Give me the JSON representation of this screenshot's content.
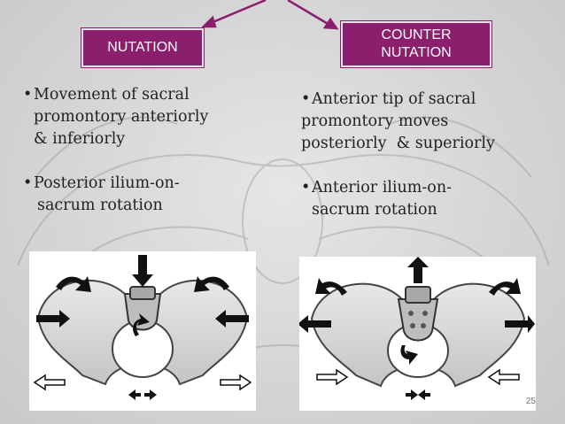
{
  "labels": {
    "nutation": "NUTATION",
    "counter_line1": "COUNTER",
    "counter_line2": "NUTATION"
  },
  "left_bullets": [
    [
      "Movement of sacral",
      "promontory anteriorly",
      "& inferiorly"
    ],
    [
      "Posterior ilium-on-",
      "sacrum rotation"
    ]
  ],
  "right_bullets": [
    [
      "Anterior tip of sacral",
      "promontory moves",
      "posteriorly  & superiorly"
    ],
    [
      "Anterior ilium-on-",
      "sacrum rotation"
    ]
  ],
  "bullet_glyph": "•",
  "page_number": "25",
  "colors": {
    "badge": "#8b1f6e",
    "connector": "#8b1f6e"
  },
  "icons": [
    "pelvis-nutation-illustration",
    "pelvis-counternutation-illustration"
  ]
}
